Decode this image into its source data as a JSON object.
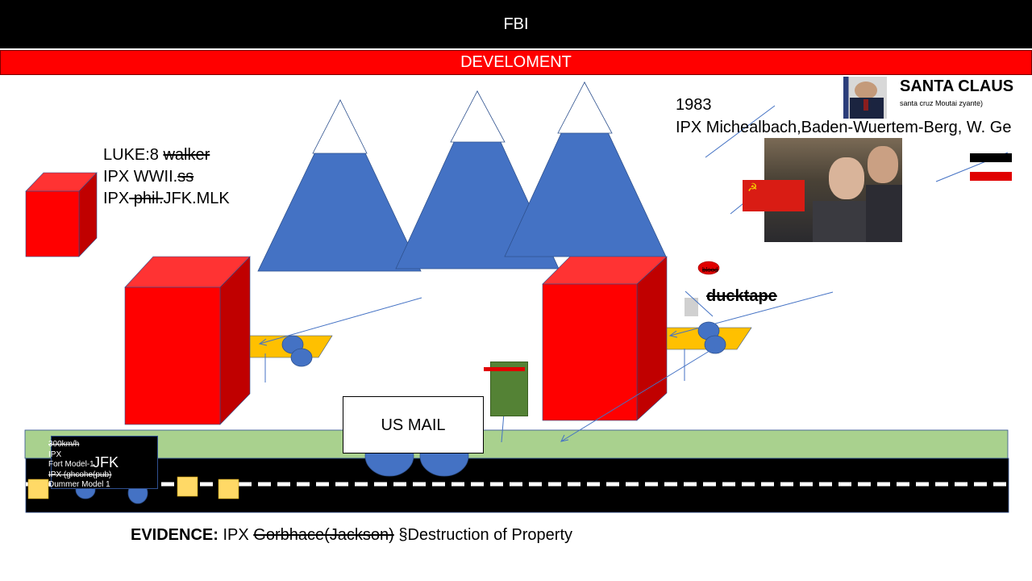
{
  "header": {
    "title": "FBI"
  },
  "banner": {
    "title": "DEVELOMENT"
  },
  "left_notes": {
    "line1_a": "LUKE:8 ",
    "line1_b": "walker",
    "line2_a": "IPX WWII.",
    "line2_b": "ss",
    "line3_a": "IPX",
    "line3_b": " phil.",
    "line3_c": "JFK.MLK"
  },
  "right_notes": {
    "year": "1983",
    "location": "IPX Michealbach,Baden-Wuertem-Berg, W. Ge"
  },
  "santa": {
    "name": "SANTA CLAUS",
    "subtitle": "santa cruz Moutai zyante)"
  },
  "mail_truck": {
    "label": "US MAIL"
  },
  "jfk_car": {
    "label": "JFK",
    "lines": [
      "300km/h",
      "IPX",
      "Fort Model-1",
      "IPX (ghcohe(pub)",
      "Dummer Model 1"
    ]
  },
  "annotations": {
    "ducktape": "ducktape",
    "blood": "blood"
  },
  "evidence": {
    "label": "EVIDENCE:",
    "part1": " IPX ",
    "struck": "Gorbhace(Jackson)",
    "part2": " §Destruction of Property"
  },
  "colors": {
    "header_bg": "#000000",
    "banner_bg": "#ff0000",
    "mountain_blue": "#4472c4",
    "building_red": "#ff0000",
    "building_shadow": "#c00000",
    "grass": "#a9d18e",
    "road": "#000000",
    "platform": "#ffc000"
  }
}
